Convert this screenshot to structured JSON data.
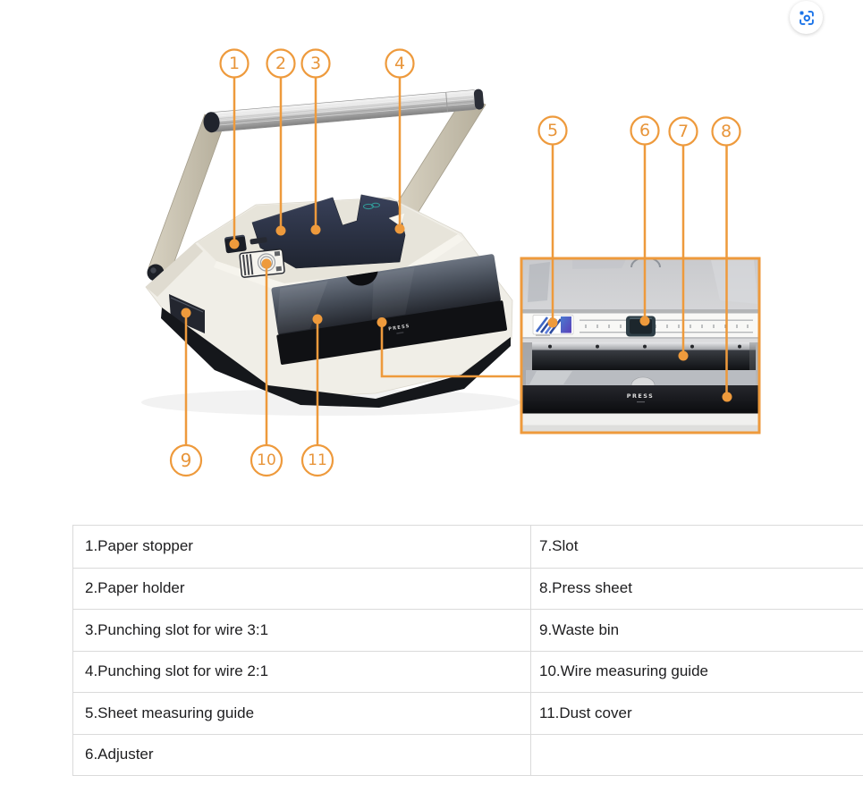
{
  "diagram": {
    "accent_color": "#EE9A3C",
    "machine": {
      "press_label": "PRESS"
    },
    "inset": {
      "press_label": "PRESS"
    },
    "callouts": [
      {
        "number": "1"
      },
      {
        "number": "2"
      },
      {
        "number": "3"
      },
      {
        "number": "4"
      },
      {
        "number": "5"
      },
      {
        "number": "6"
      },
      {
        "number": "7"
      },
      {
        "number": "8"
      },
      {
        "number": "9"
      },
      {
        "number": "10"
      },
      {
        "number": "11"
      }
    ]
  },
  "lens_button": {
    "icon": "image-search-lens-icon",
    "color": "#1A73E8"
  },
  "parts_table": {
    "border_color": "#dadada",
    "rows": [
      {
        "left": "1.Paper stopper",
        "right": "7.Slot"
      },
      {
        "left": "2.Paper holder",
        "right": "8.Press sheet"
      },
      {
        "left": "3.Punching slot for wire 3:1",
        "right": "9.Waste bin"
      },
      {
        "left": "4.Punching slot for wire 2:1",
        "right": "10.Wire measuring guide"
      },
      {
        "left": "5.Sheet measuring guide",
        "right": "11.Dust cover"
      },
      {
        "left": "6.Adjuster",
        "right": ""
      }
    ]
  }
}
